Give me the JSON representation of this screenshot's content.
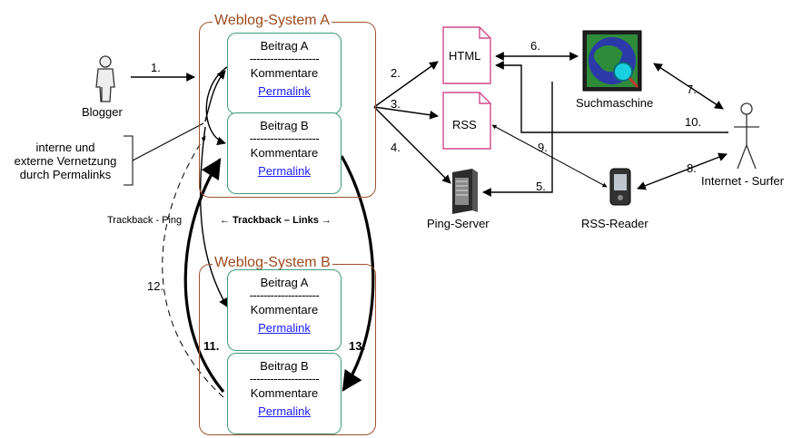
{
  "nodes": {
    "blogger": "Blogger",
    "html": "HTML",
    "rss": "RSS",
    "ping_server": "Ping-Server",
    "search_engine": "Suchmaschine",
    "rss_reader": "RSS-Reader",
    "surfer": "Internet - Surfer"
  },
  "systems": {
    "a": "Weblog-System A",
    "b": "Weblog-System B"
  },
  "post": {
    "beitrag_a": "Beitrag A",
    "beitrag_b": "Beitrag B",
    "divider": "--------------------",
    "kommentare": "Kommentare",
    "permalink": "Permalink"
  },
  "notes": {
    "vernetzung_line1": "interne und",
    "vernetzung_line2": "externe Vernetzung",
    "vernetzung_line3": "durch Permalinks",
    "trackback_ping": "Trackback - Ping",
    "trackback_links": "← Trackback – Links →"
  },
  "steps": [
    "1.",
    "2.",
    "3.",
    "4.",
    "5.",
    "6.",
    "7.",
    "8.",
    "9.",
    "10.",
    "11.",
    "12.",
    "13."
  ],
  "colors": {
    "system_border": "#a0522d",
    "post_border": "#3e9a7e",
    "doc_border": "#d14a8a",
    "link": "#1a1aff"
  }
}
